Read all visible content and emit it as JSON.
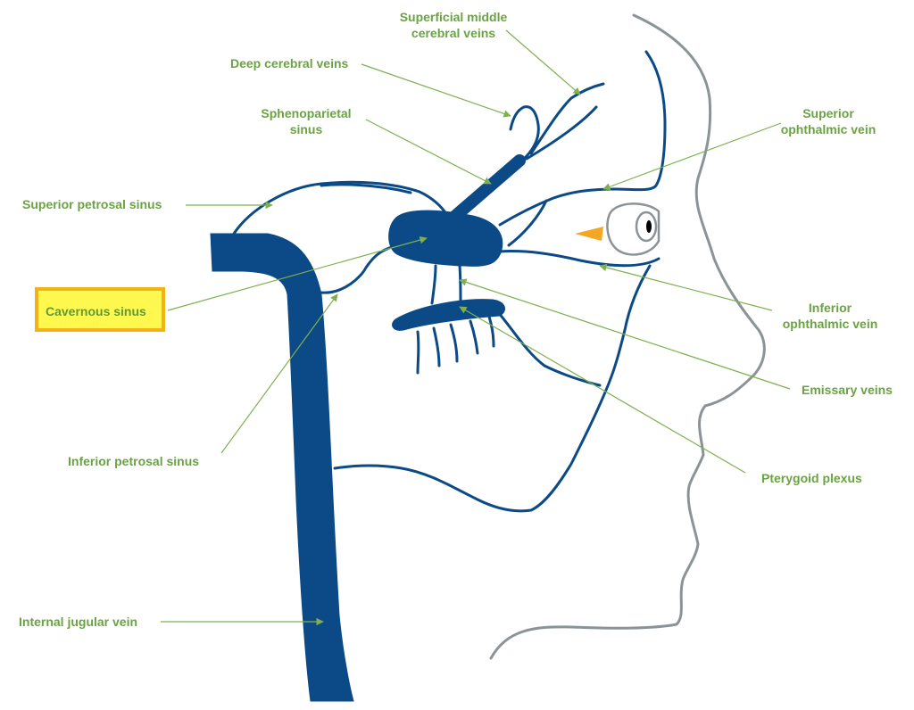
{
  "labels": {
    "superficial_middle_cerebral": [
      "Superficial middle",
      "cerebral veins"
    ],
    "deep_cerebral": "Deep cerebral veins",
    "sphenoparietal": [
      "Sphenoparietal",
      "sinus"
    ],
    "superior_ophthalmic": [
      "Superior",
      "ophthalmic vein"
    ],
    "superior_petrosal": "Superior petrosal sinus",
    "cavernous": "Cavernous sinus",
    "inferior_ophthalmic": [
      "Inferior",
      "ophthalmic vein"
    ],
    "emissary": "Emissary veins",
    "inferior_petrosal": "Inferior petrosal sinus",
    "pterygoid": "Pterygoid plexus",
    "internal_jugular": "Internal jugular vein"
  },
  "highlighted_label": "Cavernous sinus",
  "colors": {
    "vein": "#0b4a86",
    "label_text": "#6aa341",
    "leader_line": "#7fb04f",
    "face_outline": "#8b9396",
    "highlight_fill": "#fff94f",
    "highlight_border": "#f2b316",
    "nose_marker": "#f5a623"
  }
}
